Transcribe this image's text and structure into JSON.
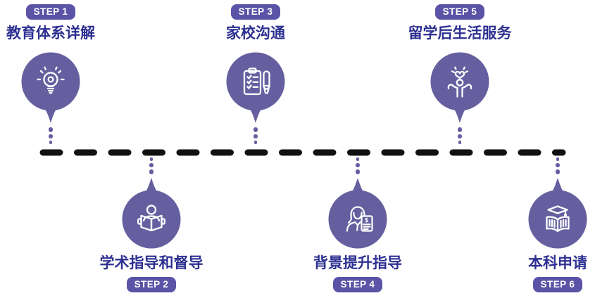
{
  "colors": {
    "node_purple": "#655FA0",
    "badge_purple": "#5B53A6",
    "title_blue": "#2D3091",
    "timeline_black": "#111111",
    "icon_stroke": "#FFFFFF",
    "background": "#FFFFFF"
  },
  "timeline": {
    "style": "horizontal-dashed",
    "orientation": "left-to-right"
  },
  "steps": [
    {
      "badge": "STEP 1",
      "title": "教育体系详解",
      "icon": "lightbulb-icon",
      "position": "top"
    },
    {
      "badge": "STEP 2",
      "title": "学术指导和督导",
      "icon": "reading-person-icon",
      "position": "bottom"
    },
    {
      "badge": "STEP 3",
      "title": "家校沟通",
      "icon": "checklist-pen-icon",
      "position": "top"
    },
    {
      "badge": "STEP 4",
      "title": "背景提升指导",
      "icon": "consultant-document-icon",
      "position": "bottom",
      "icon_glyph": "$"
    },
    {
      "badge": "STEP 5",
      "title": "留学后生活服务",
      "icon": "cheering-person-heart-icon",
      "position": "top"
    },
    {
      "badge": "STEP 6",
      "title": "本科申请",
      "icon": "open-book-graduation-cap-icon",
      "position": "bottom"
    }
  ]
}
